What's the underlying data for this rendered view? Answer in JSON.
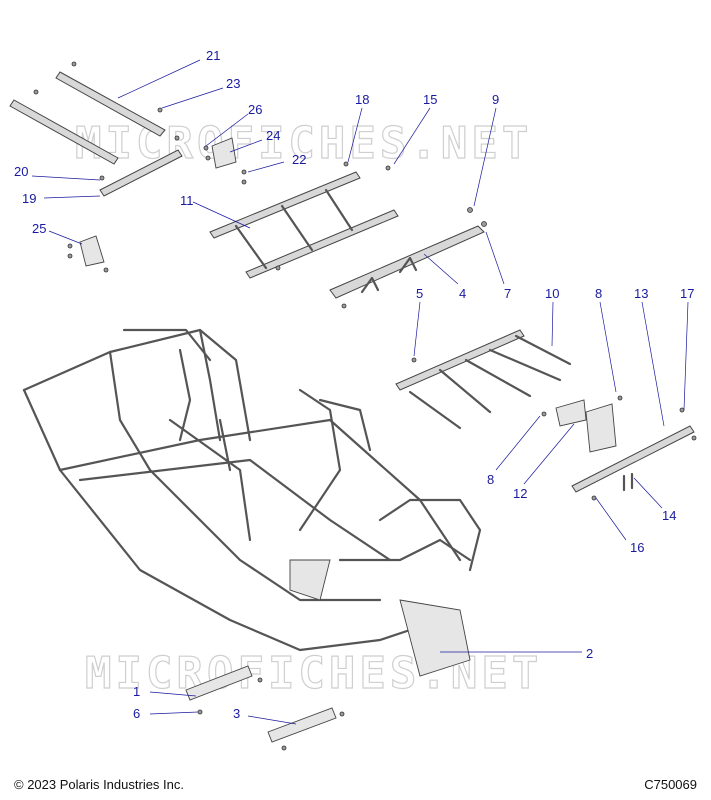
{
  "watermark": "MICROFICHES.NET",
  "footer": {
    "copyright": "© 2023 Polaris Industries Inc.",
    "diagram_code": "C750069"
  },
  "callouts": [
    "1",
    "2",
    "3",
    "4",
    "5",
    "6",
    "7",
    "8",
    "8",
    "9",
    "10",
    "11",
    "12",
    "13",
    "14",
    "15",
    "16",
    "17",
    "18",
    "19",
    "20",
    "21",
    "22",
    "23",
    "24",
    "25",
    "26"
  ],
  "colors": {
    "callout": "#1a1aa0",
    "line_art": "#555555"
  }
}
